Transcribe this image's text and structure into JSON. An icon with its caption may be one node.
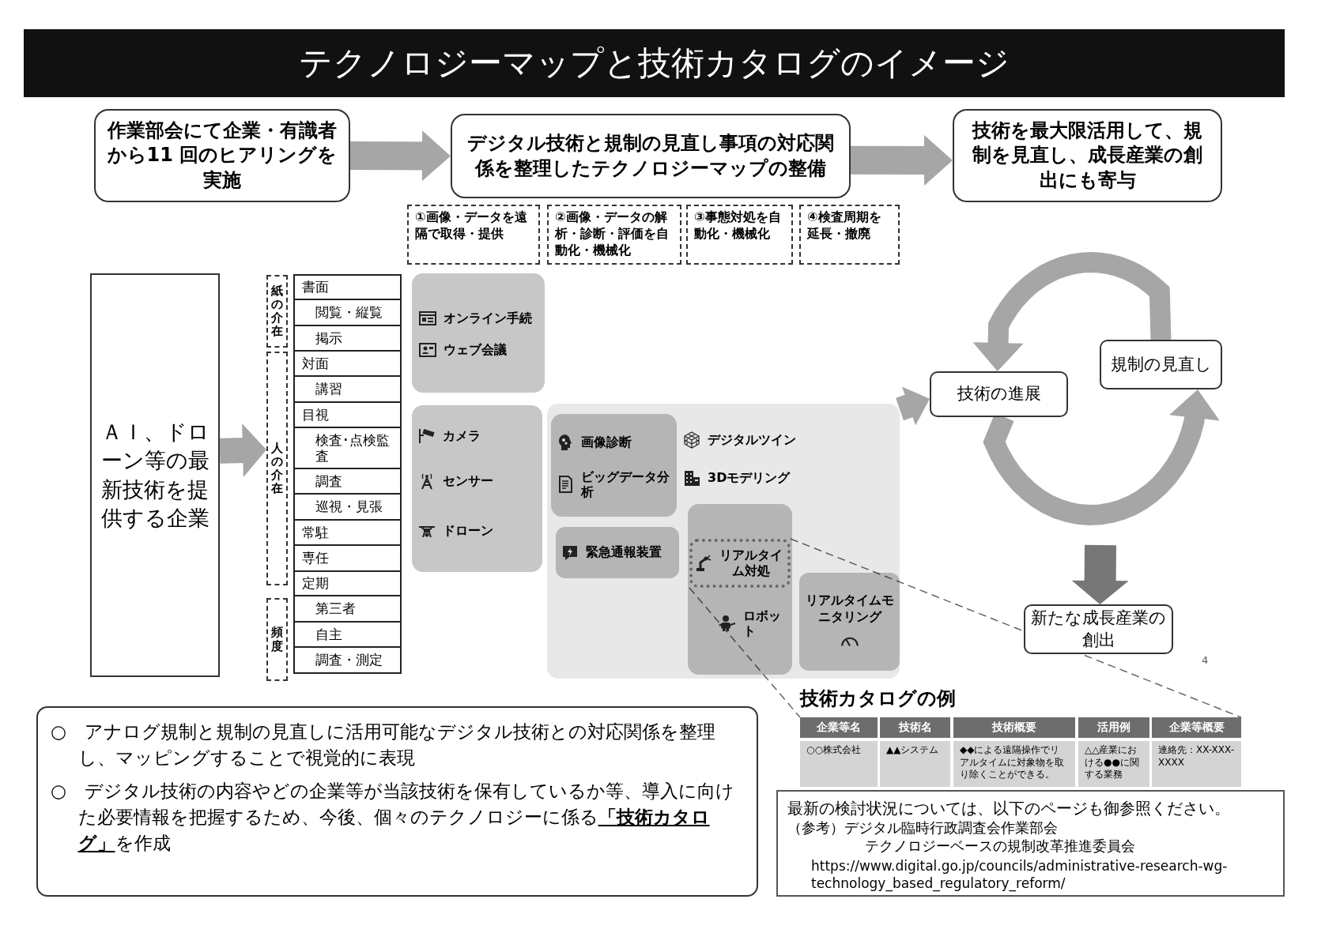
{
  "diagram": {
    "title": "テクノロジーマップと技術カタログのイメージ",
    "nodes": [
      {
        "text": [
          "作業部会にて企業・有識者から11 回のヒアリングを実施"
        ]
      },
      {
        "text": [
          "デジタル技術と規制の見直し事項の対応関係を整理したテクノロジーマップの整備"
        ]
      },
      {
        "text": [
          "技術を最大限活用して、規制を見直し、成長産業の創出にも寄与"
        ]
      },
      {
        "text": [
          "①画像・データを遠隔で取得・提供"
        ]
      },
      {
        "text": [
          "②画像・データの解析・診断・評価を自動化・機械化"
        ]
      },
      {
        "text": [
          "③事態対処を自動化・機械化"
        ]
      },
      {
        "text": [
          "④検査周期を延長・撤廃"
        ]
      },
      {
        "text": [
          "ＡＩ、ドローン等の最新技術を提供する企業"
        ]
      },
      {
        "text": [
          "紙の介在"
        ]
      },
      {
        "text": [
          "人の介在"
        ]
      },
      {
        "text": [
          "頻度"
        ]
      },
      {
        "text": [
          "書面"
        ]
      },
      {
        "text": [
          "閲覧・縦覧"
        ]
      },
      {
        "text": [
          "掲示"
        ]
      },
      {
        "text": [
          "対面"
        ]
      },
      {
        "text": [
          "講習"
        ]
      },
      {
        "text": [
          "目視"
        ]
      },
      {
        "text": [
          "検査･点検監査"
        ]
      },
      {
        "text": [
          "調査"
        ]
      },
      {
        "text": [
          "巡視・見張"
        ]
      },
      {
        "text": [
          "常駐"
        ]
      },
      {
        "text": [
          "専任"
        ]
      },
      {
        "text": [
          "定期"
        ]
      },
      {
        "text": [
          "第三者"
        ]
      },
      {
        "text": [
          "自主"
        ]
      },
      {
        "text": [
          "調査・測定"
        ]
      },
      {
        "text": [],
        "shape": "box"
      },
      {
        "text": [
          "オンライン手続"
        ],
        "in": 26
      },
      {
        "text": [
          "ウェブ会議"
        ],
        "in": 26
      },
      {
        "text": [],
        "shape": "box"
      },
      {
        "text": [
          "カメラ"
        ],
        "in": 29
      },
      {
        "text": [
          "センサー"
        ],
        "in": 29
      },
      {
        "text": [
          "ドローン"
        ],
        "in": 29
      },
      {
        "text": [],
        "shape": "box"
      },
      {
        "text": [],
        "shape": "box",
        "in": 33
      },
      {
        "text": [
          "画像診断"
        ],
        "in": 34
      },
      {
        "text": [
          "ビッグデータ分析"
        ],
        "in": 34
      },
      {
        "text": [
          "デジタルツイン"
        ],
        "in": 33
      },
      {
        "text": [
          "3Dモデリング"
        ],
        "in": 33
      },
      {
        "text": [
          "緊急通報装置"
        ],
        "in": 33
      },
      {
        "text": [],
        "shape": "box",
        "in": 33
      },
      {
        "text": [
          "リアルタイム対処"
        ],
        "in": 40
      },
      {
        "text": [
          "ロボット"
        ],
        "in": 40
      },
      {
        "text": [
          "リアルタイムモニタリング"
        ],
        "in": 33
      },
      {
        "text": [
          "技術の進展"
        ]
      },
      {
        "text": [
          "規制の見直し"
        ]
      },
      {
        "text": [
          "新たな成長産業の創出"
        ]
      },
      {
        "text": [
          "技術カタログの例"
        ]
      },
      {
        "text": [
          "○　アナログ規制と規制の見直しに活用可能なデジタル技術との対応関係を整理し、マッピングすることで視覚的に表現",
          "○　デジタル技術の内容やどの企業等が当該技術を保有しているか等、導入に向けた必要情報を把握するため、今後、個々のテクノロジーに係る**「技術カタログ」**を作成"
        ]
      },
      {
        "text": [
          "最新の検討状況については、以下のページも御参照ください。",
          "（参考）デジタル臨時行政調査会作業部会",
          "テクノロジーベースの規制改革推進委員会",
          "https://www.digital.go.jp/councils/administrative-research-wg-technology_based_regulatory_reform/"
        ]
      }
    ],
    "edges": [
      {
        "from": 0,
        "to": 1,
        "arrow": "to"
      },
      {
        "from": 1,
        "to": 2,
        "arrow": "to"
      },
      {
        "from": 7,
        "to": 9,
        "arrow": "to"
      },
      {
        "from": 33,
        "to": 44,
        "arrow": "to"
      },
      {
        "from": 45,
        "to": 44,
        "arrow": "to"
      },
      {
        "from": 44,
        "to": 45,
        "arrow": "to"
      },
      {
        "from": null,
        "to": 46,
        "arrow": "to",
        "color": "#777777"
      },
      {
        "from": 41,
        "to": 47,
        "arrow": "none",
        "style": "dashed"
      },
      {
        "from": 41,
        "to": 47,
        "arrow": "none",
        "style": "dashed"
      }
    ],
    "labels": [
      "企業等名",
      "技術名",
      "技術概要",
      "活用例",
      "企業等概要",
      "○○株式会社",
      "▲▲システム",
      "◆◆による遠隔操作でリアルタイムに対象物を取り除くことができる。",
      "△△産業における●●に関する業務",
      "連絡先：XX-XXX-XXXX",
      "4"
    ]
  }
}
